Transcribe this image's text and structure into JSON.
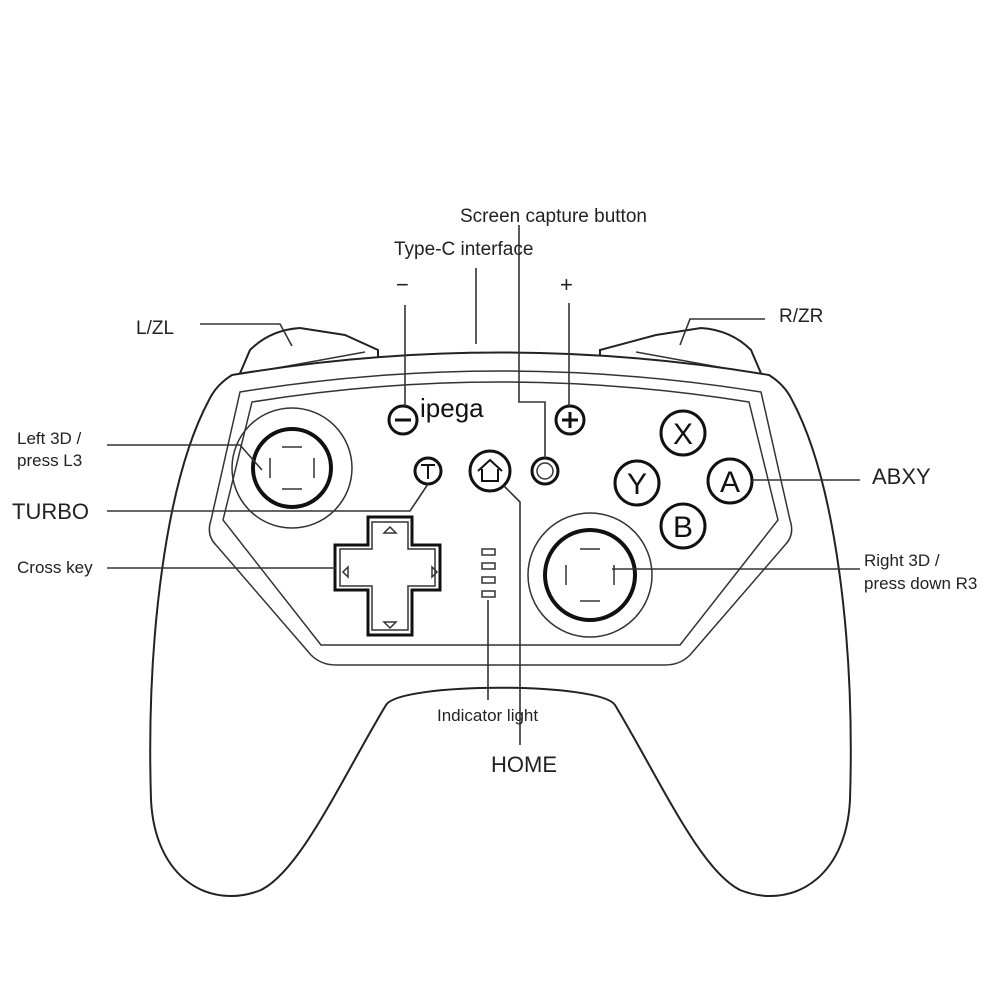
{
  "labels": {
    "screen_capture": "Screen capture button",
    "type_c": "Type-C interface",
    "minus": "−",
    "plus": "+",
    "lzl": "L/ZL",
    "rzr": "R/ZR",
    "left3d_line1": "Left 3D /",
    "left3d_line2": "press L3",
    "turbo": "TURBO",
    "cross_key": "Cross key",
    "abxy": "ABXY",
    "right3d_line1": "Right 3D /",
    "right3d_line2": "press down R3",
    "indicator": "Indicator light",
    "home": "HOME"
  },
  "buttons": {
    "x": "X",
    "y": "Y",
    "a": "A",
    "b": "B"
  },
  "logo": "ipega"
}
